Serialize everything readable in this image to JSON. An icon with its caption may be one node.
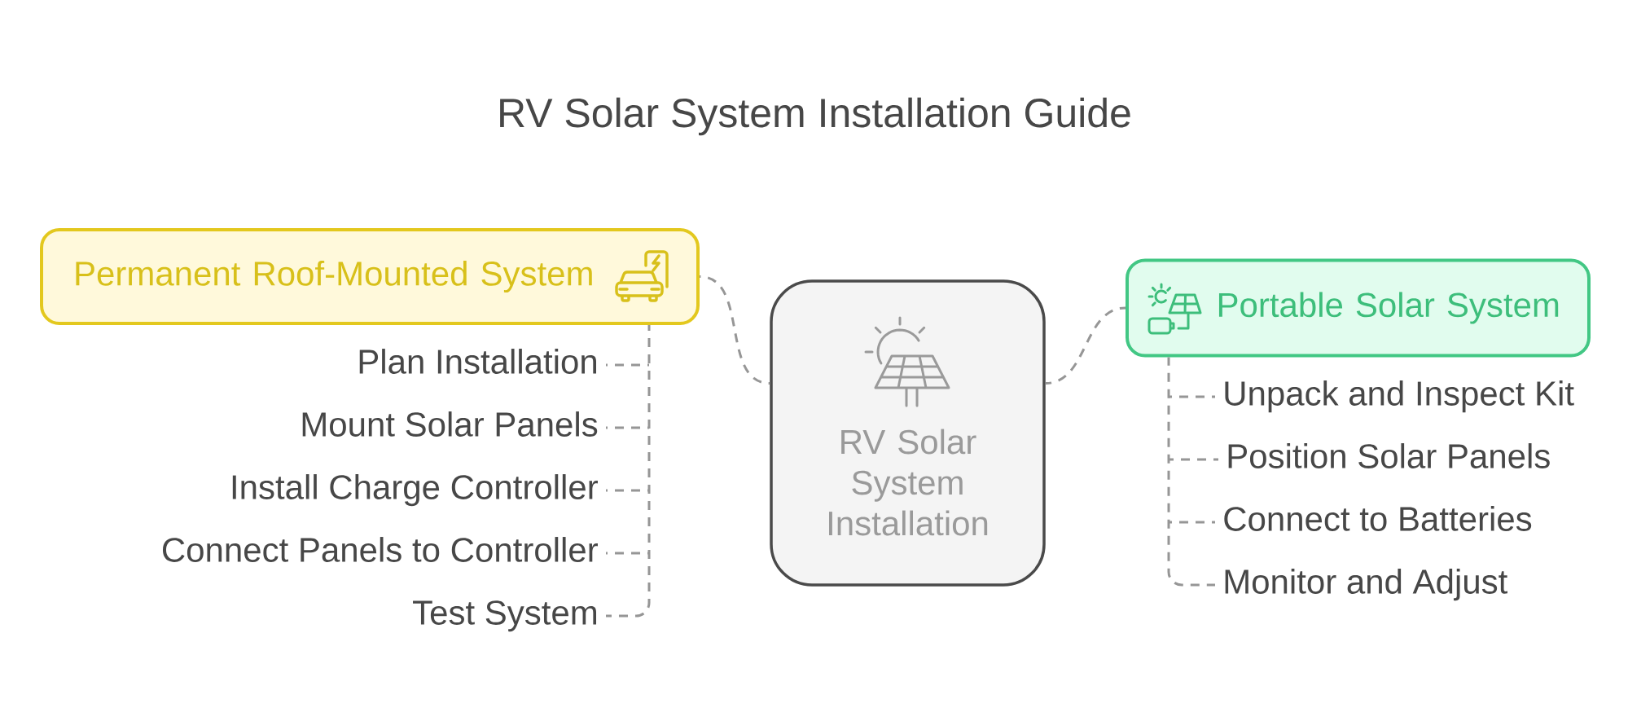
{
  "diagram": {
    "title": "RV Solar System Installation Guide",
    "nodes": [
      {
        "text": [
          "Permanent Roof-Mounted System"
        ]
      },
      {
        "text": [
          "Plan Installation"
        ]
      },
      {
        "text": [
          "Mount Solar Panels"
        ]
      },
      {
        "text": [
          "Install Charge Controller"
        ]
      },
      {
        "text": [
          "Connect Panels to Controller"
        ]
      },
      {
        "text": [
          "Test System"
        ]
      },
      {
        "text": [
          "RV Solar System Installation"
        ]
      },
      {
        "text": [
          "Portable Solar System"
        ]
      },
      {
        "text": [
          "Unpack and Inspect Kit"
        ]
      },
      {
        "text": [
          "Position Solar Panels"
        ]
      },
      {
        "text": [
          "Connect to Batteries"
        ]
      },
      {
        "text": [
          "Monitor and Adjust"
        ]
      }
    ],
    "edges": [
      {
        "from": 6,
        "to": 0,
        "arrow": "none",
        "style": "dashed"
      },
      {
        "from": 6,
        "to": 7,
        "arrow": "none",
        "style": "dashed"
      },
      {
        "from": 0,
        "to": 1,
        "arrow": "none",
        "style": "dashed"
      },
      {
        "from": 0,
        "to": 2,
        "arrow": "none",
        "style": "dashed"
      },
      {
        "from": 0,
        "to": 3,
        "arrow": "none",
        "style": "dashed"
      },
      {
        "from": 0,
        "to": 4,
        "arrow": "none",
        "style": "dashed"
      },
      {
        "from": 0,
        "to": 5,
        "arrow": "none",
        "style": "dashed"
      },
      {
        "from": 7,
        "to": 8,
        "arrow": "none",
        "style": "dashed"
      },
      {
        "from": 7,
        "to": 9,
        "arrow": "none",
        "style": "dashed"
      },
      {
        "from": 7,
        "to": 10,
        "arrow": "none",
        "style": "dashed"
      },
      {
        "from": 7,
        "to": 11,
        "arrow": "none",
        "style": "dashed"
      }
    ]
  }
}
